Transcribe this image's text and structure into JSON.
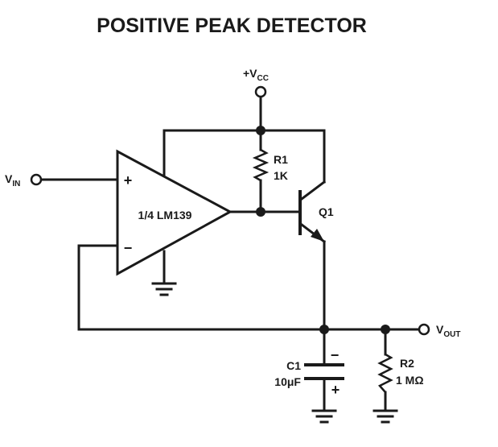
{
  "title": "POSITIVE PEAK DETECTOR",
  "opamp": {
    "label": "1/4 LM139",
    "plus": "+",
    "minus": "−"
  },
  "vcc": {
    "prefix": "+V",
    "sub": "CC"
  },
  "vin": {
    "prefix": "V",
    "sub": "IN"
  },
  "vout": {
    "prefix": "V",
    "sub": "OUT"
  },
  "r1": {
    "name": "R1",
    "value": "1K"
  },
  "q1": {
    "name": "Q1"
  },
  "c1": {
    "name": "C1",
    "value": "10μF",
    "minus": "−",
    "plus": "+"
  },
  "r2": {
    "name": "R2",
    "value": "1 MΩ"
  }
}
